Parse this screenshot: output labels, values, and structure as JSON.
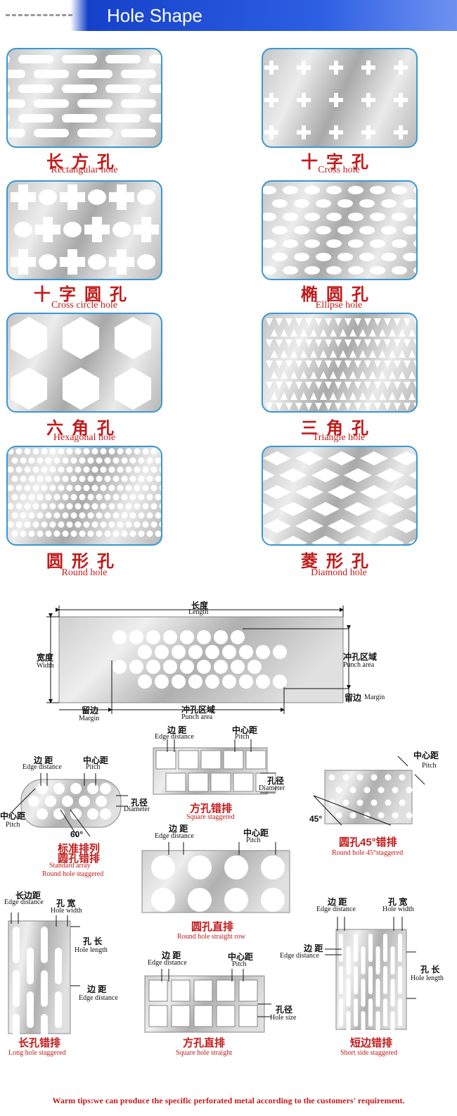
{
  "header": {
    "title": "Hole Shape"
  },
  "holes": [
    {
      "cn": "长方孔",
      "en": "Rectangular hole",
      "pattern": "slots"
    },
    {
      "cn": "十字孔",
      "en": "Cross hole",
      "pattern": "cross"
    },
    {
      "cn": "十字圆孔",
      "en": "Cross circle hole",
      "pattern": "crosscircle"
    },
    {
      "cn": "椭圆孔",
      "en": "Ellipse hole",
      "pattern": "ellipse"
    },
    {
      "cn": "六角孔",
      "en": "Hexagonal hole",
      "pattern": "hex"
    },
    {
      "cn": "三角孔",
      "en": "Triangle hole",
      "pattern": "triangle"
    },
    {
      "cn": "圆形孔",
      "en": "Round hole",
      "pattern": "round"
    },
    {
      "cn": "菱形孔",
      "en": "Diamond hole",
      "pattern": "diamond"
    }
  ],
  "diagram": {
    "length_cn": "长度",
    "length_en": "Length",
    "width_cn": "宽度",
    "width_en": "Width",
    "punch_cn": "冲孔区域",
    "punch_en": "Punch area",
    "margin_cn": "留边",
    "margin_en": "Margin"
  },
  "arrangements": {
    "edge_cn": "边 距",
    "edge_en": "Edge distance",
    "pitch_cn": "中心距",
    "pitch_en": "Pitch",
    "dia_cn": "孔径",
    "dia_en": "Diameter",
    "angle": "60°",
    "angle45": "45°",
    "hole_width_cn": "孔 宽",
    "hole_width_en": "Hole width",
    "hole_length_cn": "孔 长",
    "hole_length_en": "Hole length",
    "hole_size_en": "Hole size",
    "long_edge_cn": "长边距",
    "std_cn": "标准排列",
    "std2_cn": "圆孔错排",
    "std_en": "Standard array",
    "std2_en": "Round hole staggered",
    "sq_stag_cn": "方孔错排",
    "sq_stag_en": "Square staggered",
    "r45_cn": "圆孔45°错排",
    "r45_en": "Round hole 45°staggered",
    "rstraight_cn": "圆孔直排",
    "rstraight_en": "Round hole straight row",
    "long_cn": "长孔错排",
    "long_en": "Long hole staggered",
    "sqs_cn": "方孔直排",
    "sqs_en": "Square hole straight",
    "short_cn": "短边错排",
    "short_en": "Short side staggered"
  },
  "tips": "Warm tips:we can produce the specific perforated metal according to the customers' requirement."
}
